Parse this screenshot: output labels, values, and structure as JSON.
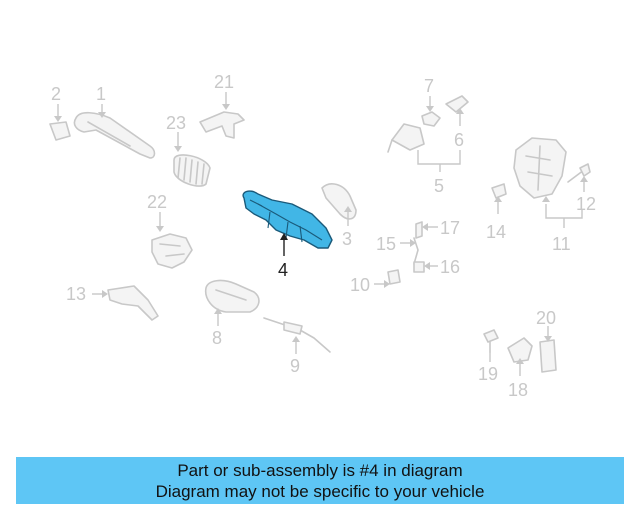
{
  "diagram": {
    "highlight_color": "#41b6e6",
    "callouts": [
      "1",
      "2",
      "3",
      "4",
      "5",
      "6",
      "7",
      "8",
      "9",
      "10",
      "11",
      "12",
      "13",
      "14",
      "15",
      "16",
      "17",
      "18",
      "19",
      "20",
      "21",
      "22",
      "23"
    ],
    "highlighted_callout": "4"
  },
  "banner": {
    "line1": "Part or sub-assembly is #4 in diagram",
    "line2": "Diagram may not be specific to your vehicle",
    "background": "#5ec6f5"
  }
}
